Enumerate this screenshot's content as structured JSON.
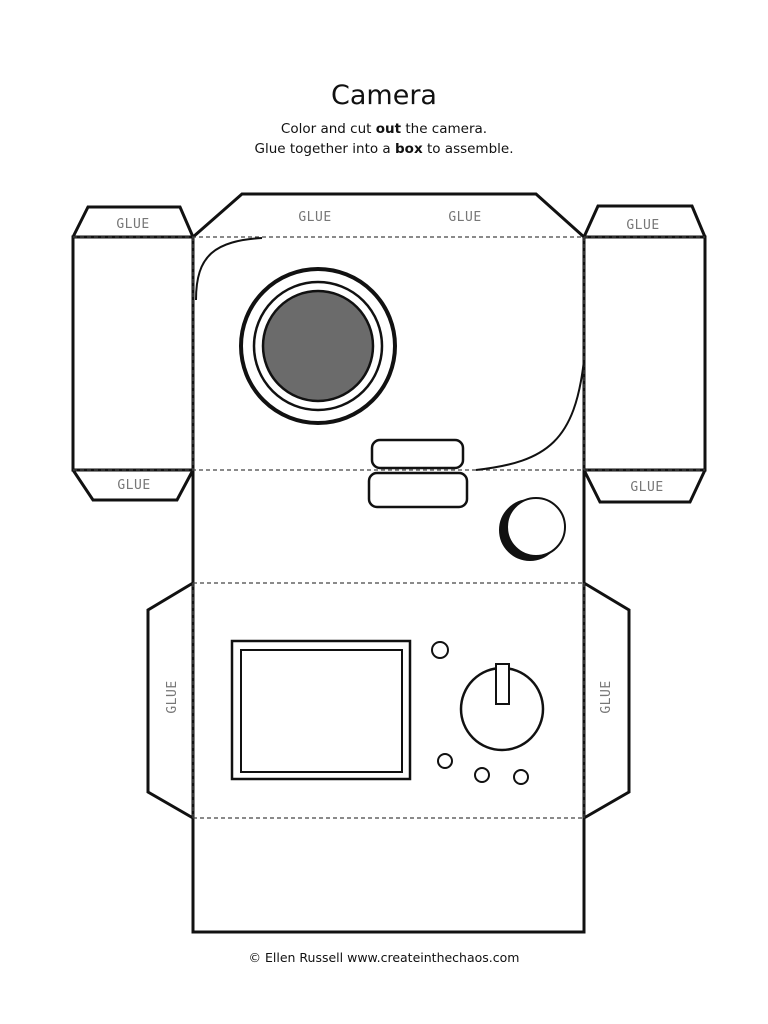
{
  "title": "Camera",
  "instructions": {
    "line1_a": "Color and cut ",
    "line1_b": "out",
    "line1_c": " the camera.",
    "line2_a": "Glue together into a ",
    "line2_b": "box",
    "line2_c": " to assemble."
  },
  "glue_label": "GLUE",
  "credit": "© Ellen Russell www.createinthechaos.com",
  "colors": {
    "outline": "#111111",
    "fold_line": "#444444",
    "lens_fill": "#6b6b6b",
    "glue_text": "#777777"
  }
}
